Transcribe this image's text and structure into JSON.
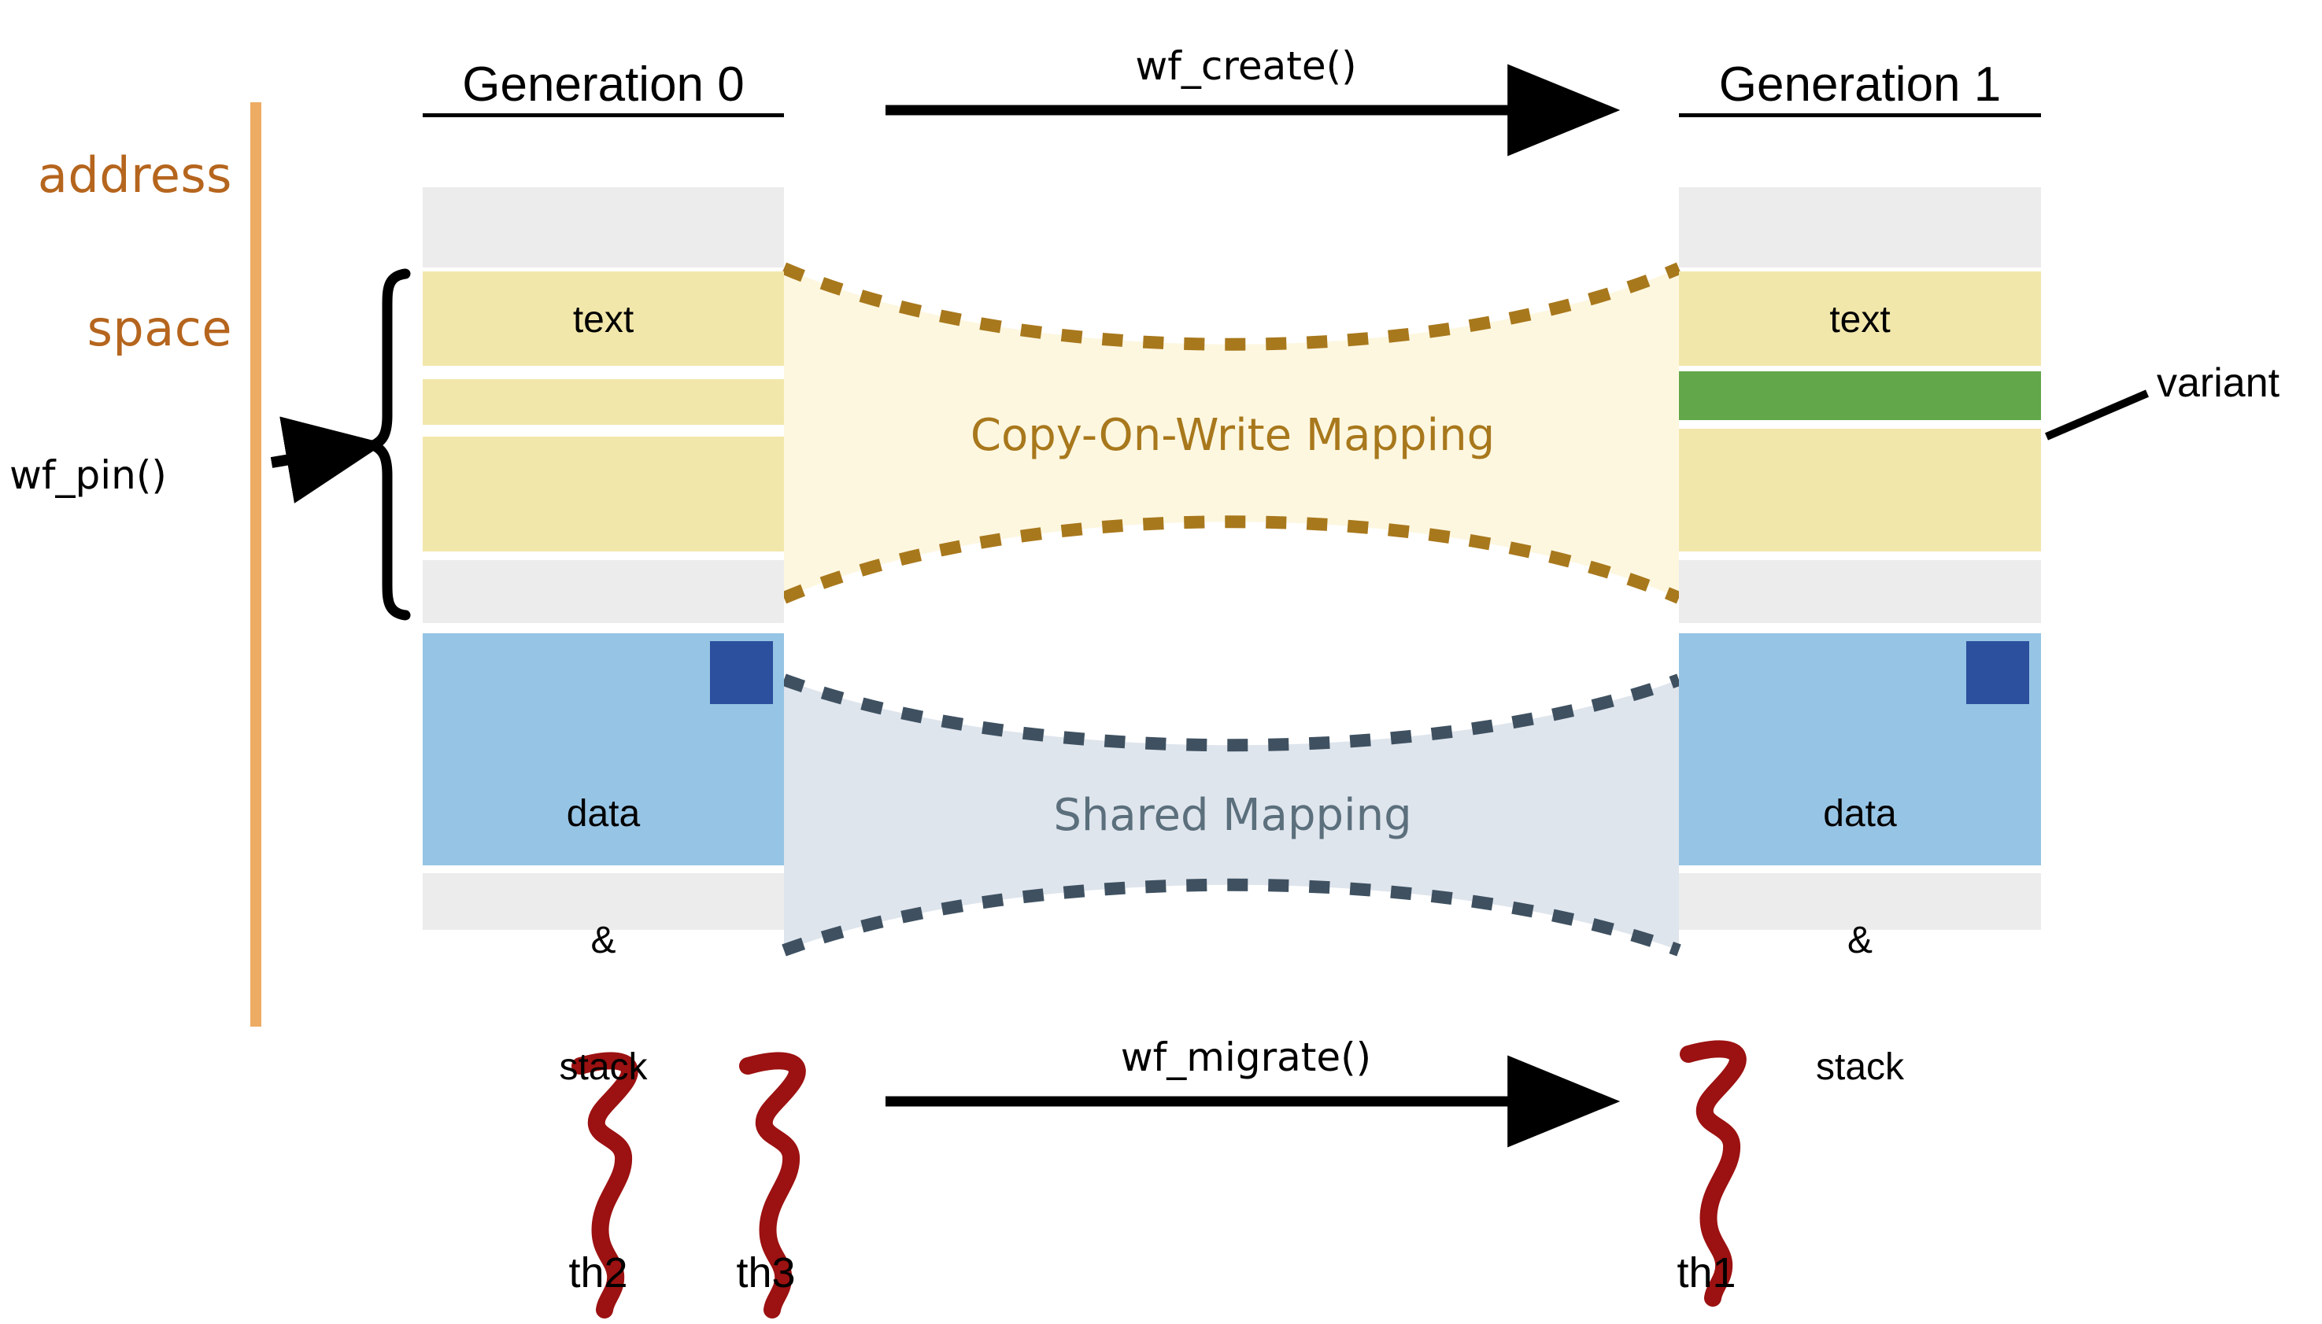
{
  "diagram": {
    "title_left": "Generation 0",
    "title_right": "Generation 1",
    "address_space_label": "address\nspace",
    "calls": {
      "create": "wf_create()",
      "pin": "wf_pin()",
      "migrate": "wf_migrate()"
    },
    "annotations": {
      "variant": "variant"
    },
    "mappings": {
      "cow": "Copy-On-Write Mapping",
      "shared": "Shared Mapping"
    },
    "segments": {
      "text": "text",
      "data_stack_line1": "data",
      "data_stack_line2": "&",
      "data_stack_line3": "stack"
    },
    "threads": {
      "left": [
        "th2",
        "th3"
      ],
      "right": [
        "th1"
      ]
    },
    "colors": {
      "address_space_bar": "#eeab63",
      "address_space_text": "#b5651d",
      "unmapped_gray": "#ececec",
      "text_yellow": "#f2e7ab",
      "cow_fill": "#fdf7e0",
      "cow_dash": "#a8781c",
      "variant_green": "#62a749",
      "data_blue": "#96c4e4",
      "data_inner_blue": "#2c4f9e",
      "shared_fill": "#dfe5ed",
      "shared_dash": "#3f5161",
      "thread_red": "#9c1111",
      "stroke_black": "#000000"
    },
    "generation0_blocks": [
      {
        "kind": "unmapped",
        "label": ""
      },
      {
        "kind": "text",
        "label": "text"
      },
      {
        "kind": "text",
        "label": ""
      },
      {
        "kind": "text",
        "label": ""
      },
      {
        "kind": "unmapped",
        "label": ""
      },
      {
        "kind": "data",
        "label": "data & stack"
      },
      {
        "kind": "unmapped",
        "label": ""
      }
    ],
    "generation1_blocks": [
      {
        "kind": "unmapped",
        "label": ""
      },
      {
        "kind": "text",
        "label": "text"
      },
      {
        "kind": "variant",
        "label": ""
      },
      {
        "kind": "text",
        "label": ""
      },
      {
        "kind": "unmapped",
        "label": ""
      },
      {
        "kind": "data",
        "label": "data & stack"
      },
      {
        "kind": "unmapped",
        "label": ""
      }
    ]
  }
}
